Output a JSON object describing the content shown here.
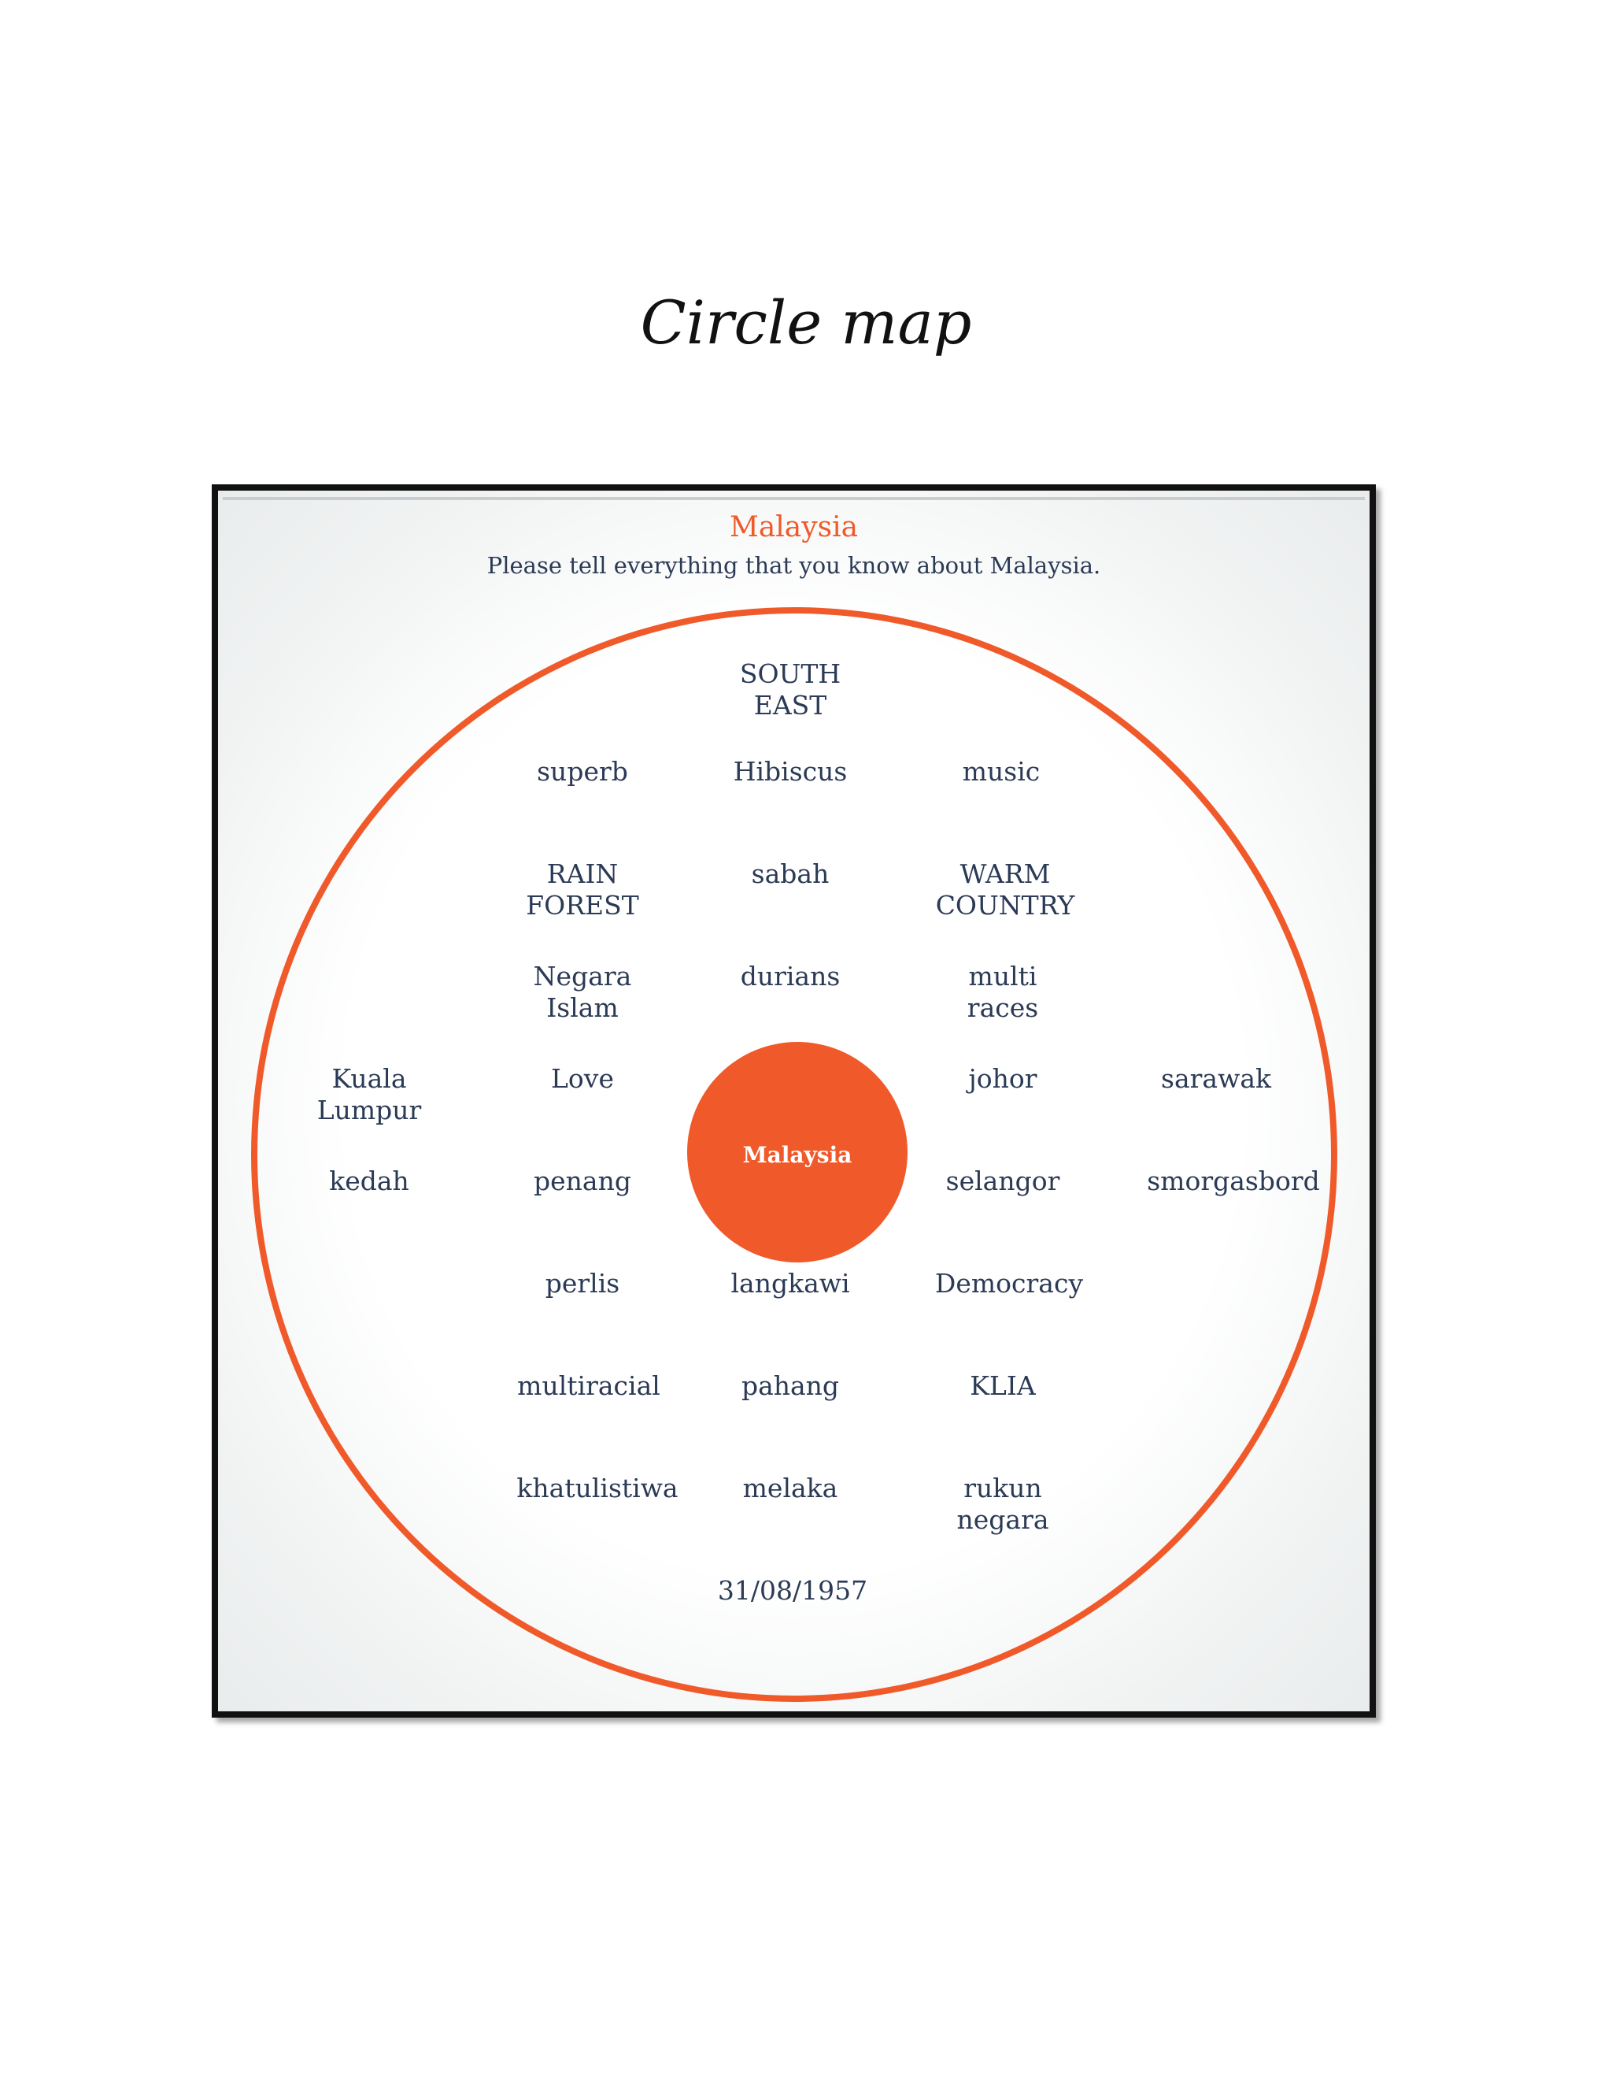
{
  "page": {
    "title": "Circle map"
  },
  "slide": {
    "title": "Malaysia",
    "subtitle": "Please tell everything that you know about Malaysia.",
    "center_label": "Malaysia"
  },
  "colors": {
    "accent": "#f05a2a",
    "text": "#2b3a55"
  },
  "items": {
    "south_east": "SOUTH\nEAST",
    "superb": "superb",
    "hibiscus": "Hibiscus",
    "music": "music",
    "rain_forest": "RAIN\nFOREST",
    "sabah": "sabah",
    "warm_country": "WARM\nCOUNTRY",
    "negara_islam": "Negara\nIslam",
    "durians": "durians",
    "multi_races": "multi\nraces",
    "kuala_lumpur": "Kuala\nLumpur",
    "love": "Love",
    "johor": "johor",
    "sarawak": "sarawak",
    "kedah": "kedah",
    "penang": "penang",
    "selangor": "selangor",
    "smorgasbord": "smorgasbord",
    "perlis": "perlis",
    "langkawi": "langkawi",
    "democracy": "Democracy",
    "multiracial": "multiracial",
    "pahang": "pahang",
    "klia": "KLIA",
    "khatulistiwa": "khatulistiwa",
    "melaka": "melaka",
    "rukun_negara": "rukun\nnegara",
    "date": "31/08/1957"
  }
}
